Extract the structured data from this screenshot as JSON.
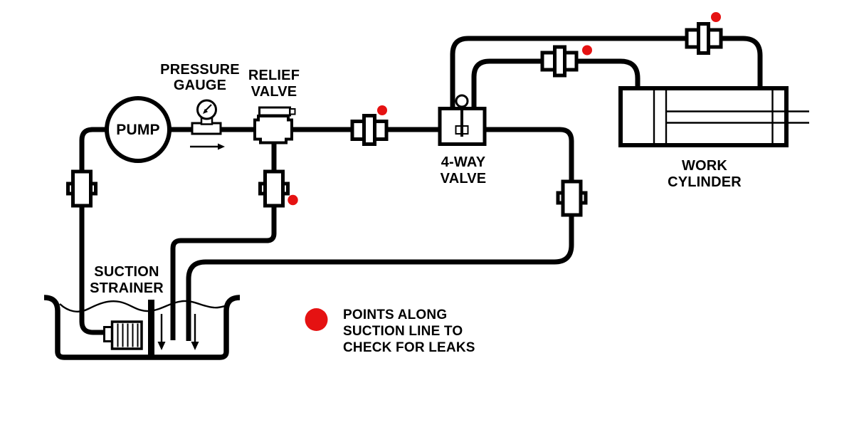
{
  "colors": {
    "line": "#000000",
    "background": "#ffffff",
    "leak_marker": "#e51212"
  },
  "labels": {
    "pump": "PUMP",
    "pressure_gauge": [
      "PRESSURE",
      "GAUGE"
    ],
    "relief_valve": [
      "RELIEF",
      "VALVE"
    ],
    "four_way_valve": [
      "4-WAY",
      "VALVE"
    ],
    "work_cylinder": [
      "WORK",
      "CYLINDER"
    ],
    "suction_strainer": [
      "SUCTION",
      "STRAINER"
    ]
  },
  "legend": {
    "text_lines": [
      "POINTS ALONG",
      "SUCTION LINE TO",
      "CHECK FOR LEAKS"
    ],
    "marker_color": "#e51212",
    "marker_count_on_diagram": 4
  }
}
